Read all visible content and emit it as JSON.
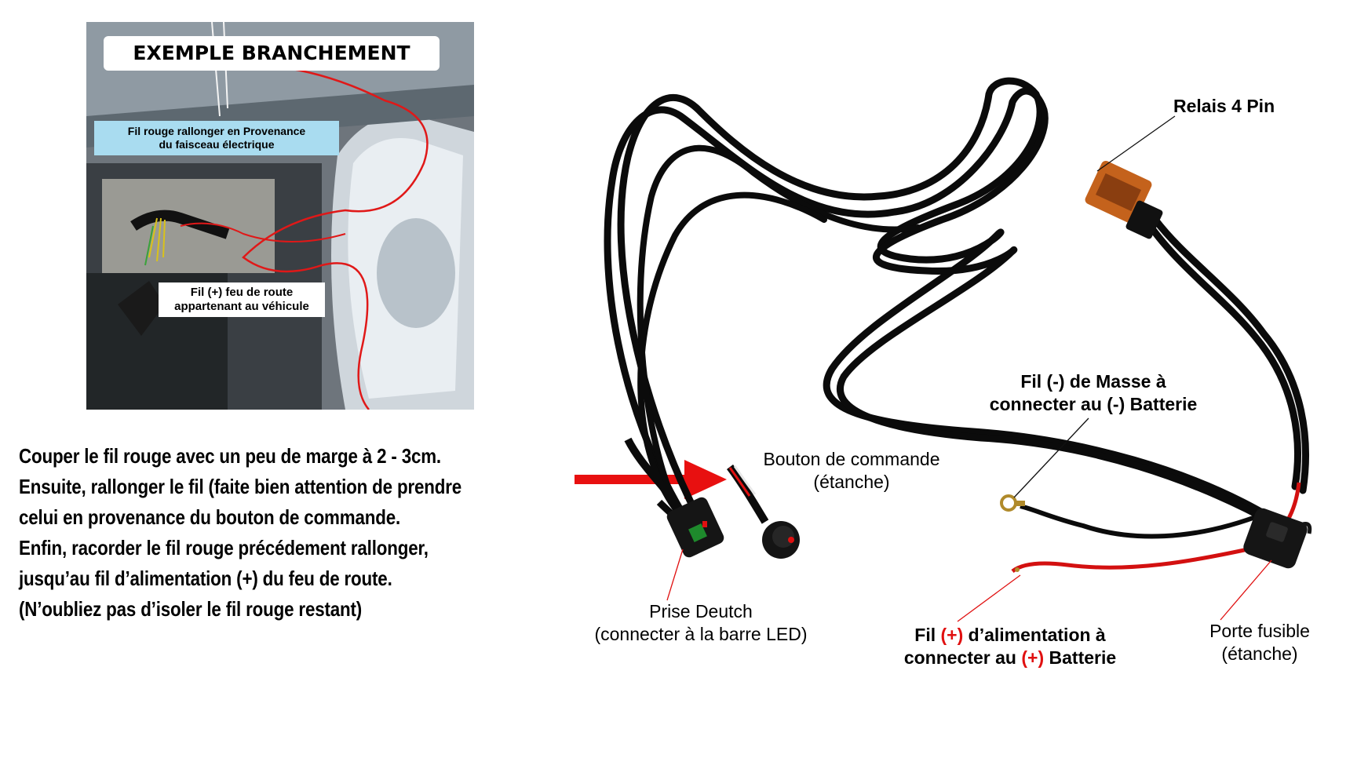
{
  "photo": {
    "title": "EXEMPLE BRANCHEMENT",
    "label_wire": "Fil rouge rallonger en Provenance du faisceau électrique",
    "label_wire_line1": "Fil rouge rallonger en Provenance",
    "label_wire_line2": "du faisceau électrique",
    "label_highbeam_line1": "Fil (+) feu de route",
    "label_highbeam_line2": "appartenant au véhicule"
  },
  "instructions": [
    "Couper le fil rouge avec un peu de marge à 2 - 3cm.",
    "Ensuite, rallonger le fil (faite bien attention de prendre",
    "celui en provenance du bouton de commande.",
    "Enfin, racorder le fil rouge précédement rallonger,",
    "jusqu’au fil d’alimentation (+) du feu de route.",
    " (N’oubliez pas d’isoler le fil rouge restant)"
  ],
  "labels": {
    "relay": "Relais 4 Pin",
    "ground_line1": "Fil (-) de Masse à",
    "ground_line2": "connecter au (-) Batterie",
    "switch_line1": "Bouton de commande",
    "switch_line2": "(étanche)",
    "plug_line1": "Prise Deutch",
    "plug_line2": "(connecter à la barre LED)",
    "power_line1_a": "Fil ",
    "power_line1_plus": "(+)",
    "power_line1_b": " d’alimentation à",
    "power_line2_a": "connecter au ",
    "power_line2_plus": "(+)",
    "power_line2_b": " Batterie",
    "fuse_line1": "Porte fusible",
    "fuse_line2": "(étanche)"
  },
  "colors": {
    "arrow": "#e81010",
    "wire_red": "#e01010",
    "cable": "#0a0a0a",
    "label_blue_bg": "#a9dcf0"
  }
}
